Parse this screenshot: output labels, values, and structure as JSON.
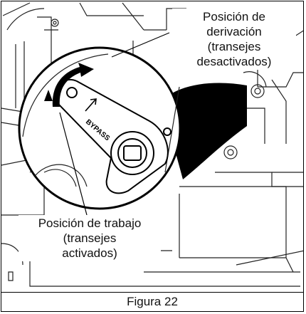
{
  "callouts": {
    "bypass_position": {
      "line1": "Posición de",
      "line2": "derivación",
      "line3": "(transejes",
      "line4": "desactivados)"
    },
    "work_position": {
      "line1": "Posición de trabajo",
      "line2": "(transejes",
      "line3": "activados)"
    }
  },
  "lever_label": "BYPASS",
  "caption": "Figura 22",
  "icons": {
    "rotation_arrows": "curved-double-arrow-icon",
    "lever": "bypass-lever-icon",
    "direction_arrow": "arrow-up-icon"
  },
  "colors": {
    "ink": "#000000",
    "background": "#ffffff"
  }
}
